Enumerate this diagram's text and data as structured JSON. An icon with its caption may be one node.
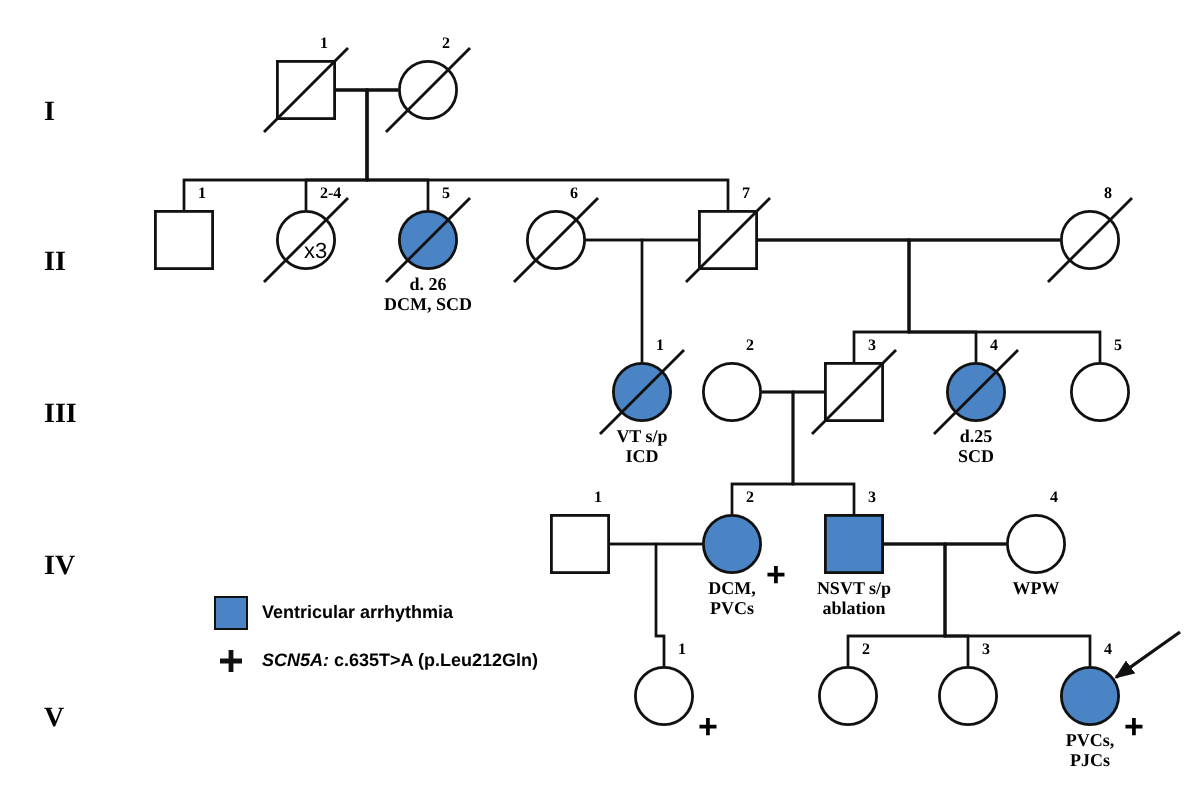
{
  "diagram": {
    "nodes": [
      {
        "text": [
          "1"
        ]
      },
      {
        "text": [
          "2"
        ]
      },
      {
        "text": [
          "1"
        ]
      },
      {
        "text": [
          "2-4",
          "x3"
        ]
      },
      {
        "text": [
          "5"
        ],
        "beside": [
          "d. 26",
          "DCM, SCD"
        ]
      },
      {
        "text": [
          "6"
        ]
      },
      {
        "text": [
          "7"
        ]
      },
      {
        "text": [
          "8"
        ]
      },
      {
        "text": [
          "1"
        ],
        "beside": [
          "VT s/p ICD"
        ]
      },
      {
        "text": [
          "2"
        ]
      },
      {
        "text": [
          "3"
        ]
      },
      {
        "text": [
          "4"
        ],
        "beside": [
          "d.25",
          "SCD"
        ]
      },
      {
        "text": [
          "5"
        ]
      },
      {
        "text": [
          "1"
        ]
      },
      {
        "text": [
          "2"
        ],
        "beside": [
          "DCM, PVCs",
          "+"
        ]
      },
      {
        "text": [
          "3"
        ],
        "beside": [
          "NSVT s/p ablation"
        ]
      },
      {
        "text": [
          "4"
        ],
        "beside": [
          "WPW"
        ]
      },
      {
        "text": [
          "1"
        ],
        "beside": [
          "+"
        ]
      },
      {
        "text": [
          "2"
        ]
      },
      {
        "text": [
          "3"
        ]
      },
      {
        "text": [
          "4"
        ],
        "beside": [
          "PVCs, PJCs",
          "+"
        ]
      }
    ],
    "edges": [
      {
        "from": 0,
        "to": 1,
        "arrow": "none"
      },
      {
        "from": 0,
        "to": 2,
        "arrow": "none"
      },
      {
        "from": 1,
        "to": 2,
        "arrow": "none"
      },
      {
        "from": 0,
        "to": 3,
        "arrow": "none"
      },
      {
        "from": 1,
        "to": 3,
        "arrow": "none"
      },
      {
        "from": 0,
        "to": 4,
        "arrow": "none"
      },
      {
        "from": 1,
        "to": 4,
        "arrow": "none"
      },
      {
        "from": 0,
        "to": 6,
        "arrow": "none"
      },
      {
        "from": 1,
        "to": 6,
        "arrow": "none"
      },
      {
        "from": 5,
        "to": 6,
        "arrow": "none"
      },
      {
        "from": 6,
        "to": 7,
        "arrow": "none"
      },
      {
        "from": 5,
        "to": 8,
        "arrow": "none"
      },
      {
        "from": 6,
        "to": 8,
        "arrow": "none"
      },
      {
        "from": 6,
        "to": 10,
        "arrow": "none"
      },
      {
        "from": 7,
        "to": 10,
        "arrow": "none"
      },
      {
        "from": 6,
        "to": 11,
        "arrow": "none"
      },
      {
        "from": 7,
        "to": 11,
        "arrow": "none"
      },
      {
        "from": 6,
        "to": 12,
        "arrow": "none"
      },
      {
        "from": 7,
        "to": 12,
        "arrow": "none"
      },
      {
        "from": 9,
        "to": 10,
        "arrow": "none"
      },
      {
        "from": 9,
        "to": 14,
        "arrow": "none"
      },
      {
        "from": 10,
        "to": 14,
        "arrow": "none"
      },
      {
        "from": 9,
        "to": 15,
        "arrow": "none"
      },
      {
        "from": 10,
        "to": 15,
        "arrow": "none"
      },
      {
        "from": 13,
        "to": 14,
        "arrow": "none"
      },
      {
        "from": 13,
        "to": 17,
        "arrow": "none"
      },
      {
        "from": 14,
        "to": 17,
        "arrow": "none"
      },
      {
        "from": 15,
        "to": 16,
        "arrow": "none"
      },
      {
        "from": 15,
        "to": 18,
        "arrow": "none"
      },
      {
        "from": 16,
        "to": 18,
        "arrow": "none"
      },
      {
        "from": 15,
        "to": 19,
        "arrow": "none"
      },
      {
        "from": 16,
        "to": 19,
        "arrow": "none"
      },
      {
        "from": 15,
        "to": 20,
        "arrow": "none"
      },
      {
        "from": 16,
        "to": 20,
        "arrow": "none"
      },
      {
        "from": null,
        "to": 20,
        "arrow": "to"
      }
    ],
    "labels": [
      "I",
      "II",
      "III",
      "IV",
      "V"
    ],
    "legend": [
      {
        "text": "Ventricular arrhythmia",
        "color": "#4a84c4"
      },
      {
        "text": "*SCN5A:* c.635T>A (p.Leu212Gln)"
      }
    ]
  }
}
